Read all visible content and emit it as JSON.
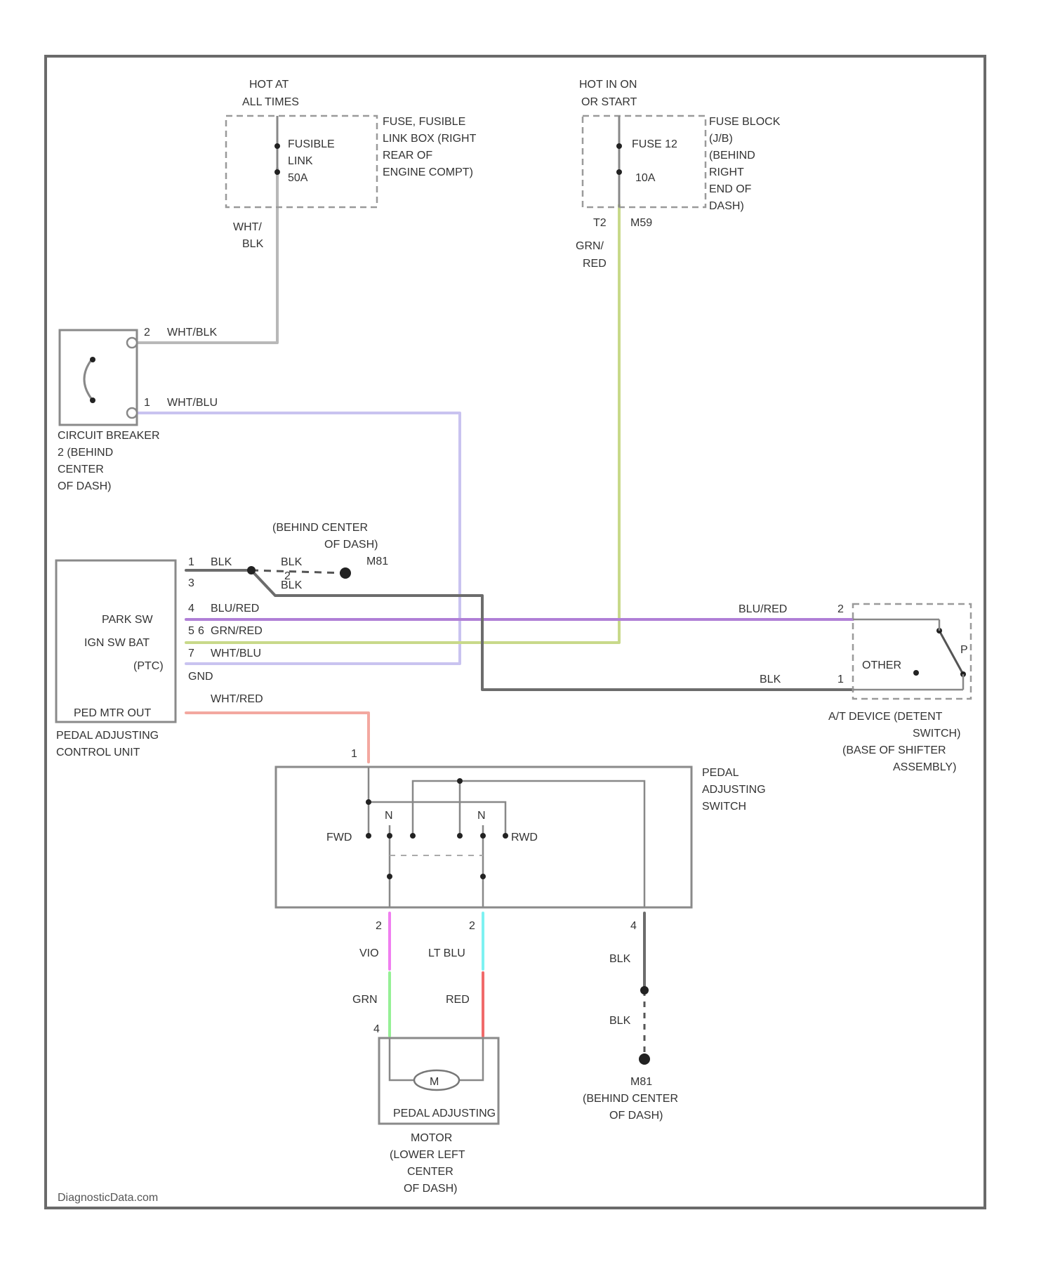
{
  "colors": {
    "wht_blk": "#b8b8b8",
    "wht_blu": "#c9c3f0",
    "grn_red": "#c8d98a",
    "blu_red": "#b07fd6",
    "blk": "#6c6c6c",
    "wht_red": "#f3a8a0",
    "vio": "#f07ef0",
    "lt_blu": "#7ef2f2",
    "grn": "#96f096",
    "red": "#f06a6a"
  },
  "fusible_link": {
    "hot": [
      "HOT AT",
      "ALL TIMES"
    ],
    "name": [
      "FUSIBLE",
      "LINK",
      "50A"
    ],
    "location": [
      "FUSE, FUSIBLE",
      "LINK BOX (RIGHT",
      "REAR OF",
      "ENGINE COMPT)"
    ],
    "wire": [
      "WHT/",
      "BLK"
    ]
  },
  "fuse": {
    "hot": [
      "HOT IN ON",
      "OR START"
    ],
    "name": [
      "FUSE 12",
      "10A"
    ],
    "location": [
      "FUSE BLOCK",
      "(J/B)",
      "(BEHIND",
      "RIGHT",
      "END OF",
      "DASH)"
    ],
    "pins": [
      "T2",
      "M59"
    ],
    "wire": [
      "GRN/",
      "RED"
    ]
  },
  "breaker": {
    "pin2": "2",
    "pin2_wire": "WHT/BLK",
    "pin1": "1",
    "pin1_wire": "WHT/BLU",
    "location": [
      "CIRCUIT BREAKER",
      "2 (BEHIND",
      "CENTER",
      "OF DASH)"
    ]
  },
  "ground_top": {
    "location": [
      "(BEHIND CENTER",
      "OF DASH)"
    ],
    "id": "M81",
    "wire_a": "BLK",
    "wire_b": "BLK",
    "wire_c": "BLK",
    "pin_a": "1",
    "pin_b": "3",
    "pin_c": "2"
  },
  "control_unit": {
    "pins": [
      {
        "num": "4",
        "wire": "BLU/RED"
      },
      {
        "num": "5",
        "wire": "GRN/RED"
      },
      {
        "num": "6",
        "wire": ""
      },
      {
        "num": "7",
        "wire": "WHT/BLU"
      }
    ],
    "terminals": [
      "PARK SW",
      "IGN SW BAT",
      "(PTC)",
      "GND",
      "PED MTR OUT"
    ],
    "gnd_label": "GND",
    "out_wire": "WHT/RED",
    "name": [
      "PEDAL ADJUSTING",
      "CONTROL UNIT"
    ]
  },
  "at_switch": {
    "wire_top": "BLU/RED",
    "pin_top": "2",
    "wire_bottom": "BLK",
    "pin_bottom": "1",
    "other": "OTHER",
    "p": "P",
    "name": [
      "A/T DEVICE (DETENT",
      "SWITCH)",
      "(BASE OF SHIFTER",
      "ASSEMBLY)"
    ]
  },
  "pedal_switch": {
    "pin_in": "1",
    "fwd": "FWD",
    "rwd": "RWD",
    "n1": "N",
    "n2": "N",
    "name": [
      "PEDAL",
      "ADJUSTING",
      "SWITCH"
    ],
    "pin2": "2",
    "pin3": "2",
    "pin4": "4"
  },
  "lower": {
    "vio": "VIO",
    "lt_blu": "LT BLU",
    "grn": "GRN",
    "red": "RED",
    "blk1": "BLK",
    "blk2": "BLK",
    "m": "M",
    "motor_label": "PEDAL ADJUSTING",
    "motor_pin": "4",
    "motor_name": [
      "MOTOR",
      "(LOWER LEFT",
      "CENTER",
      "OF DASH)"
    ],
    "ground_id": "M81",
    "ground_location": [
      "(BEHIND CENTER",
      "OF DASH)"
    ]
  },
  "watermark": "DiagnosticData.com"
}
